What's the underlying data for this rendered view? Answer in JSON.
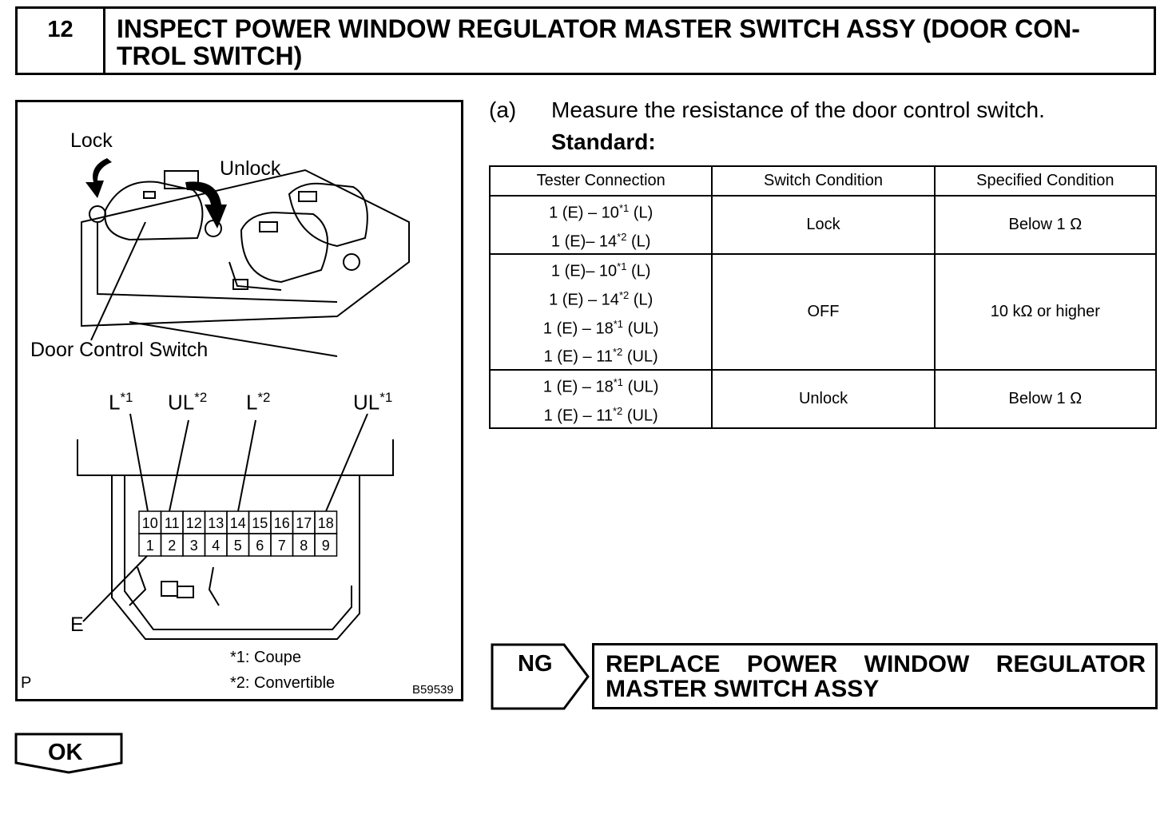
{
  "header": {
    "step_number": "12",
    "title": "INSPECT POWER WINDOW REGULATOR MASTER SWITCH ASSY (DOOR CON- TROL SWITCH)"
  },
  "figure": {
    "label_lock": "Lock",
    "label_unlock": "Unlock",
    "label_door_control_switch": "Door Control Switch",
    "pin_labels": [
      {
        "base": "L",
        "sup": "*1"
      },
      {
        "base": "UL",
        "sup": "*2"
      },
      {
        "base": "L",
        "sup": "*2"
      },
      {
        "base": "UL",
        "sup": "*1"
      }
    ],
    "terminals_top": [
      "10",
      "11",
      "12",
      "13",
      "14",
      "15",
      "16",
      "17",
      "18"
    ],
    "terminals_bottom": [
      "1",
      "2",
      "3",
      "4",
      "5",
      "6",
      "7",
      "8",
      "9"
    ],
    "label_e": "E",
    "note_1": "*1: Coupe",
    "note_2": "*2: Convertible",
    "corner_letter": "P",
    "figure_id": "B59539"
  },
  "step": {
    "marker": "(a)",
    "instruction": "Measure the resistance of the door control switch.",
    "standard_label": "Standard:"
  },
  "table": {
    "headers": [
      "Tester Connection",
      "Switch Condition",
      "Specified Condition"
    ],
    "rows": [
      {
        "connections": [
          {
            "a": "1 (E) – 10",
            "sup": "*1",
            "b": " (L)"
          },
          {
            "a": "1 (E)– 14",
            "sup": "*2",
            "b": " (L)"
          }
        ],
        "condition": "Lock",
        "specified": "Below 1 Ω"
      },
      {
        "connections": [
          {
            "a": "1 (E)– 10",
            "sup": "*1",
            "b": " (L)"
          },
          {
            "a": "1 (E) – 14",
            "sup": "*2",
            "b": " (L)"
          },
          {
            "a": "1 (E) – 18",
            "sup": "*1",
            "b": " (UL)"
          },
          {
            "a": "1 (E) – 11",
            "sup": "*2",
            "b": " (UL)"
          }
        ],
        "condition": "OFF",
        "specified": "10 kΩ or higher"
      },
      {
        "connections": [
          {
            "a": "1 (E) – 18",
            "sup": "*1",
            "b": " (UL)"
          },
          {
            "a": "1 (E) – 11",
            "sup": "*2",
            "b": " (UL)"
          }
        ],
        "condition": "Unlock",
        "specified": "Below 1 Ω"
      }
    ]
  },
  "ng": {
    "label": "NG",
    "action": "REPLACE POWER WINDOW REGULATOR MASTER SWITCH ASSY"
  },
  "ok": {
    "label": "OK"
  }
}
